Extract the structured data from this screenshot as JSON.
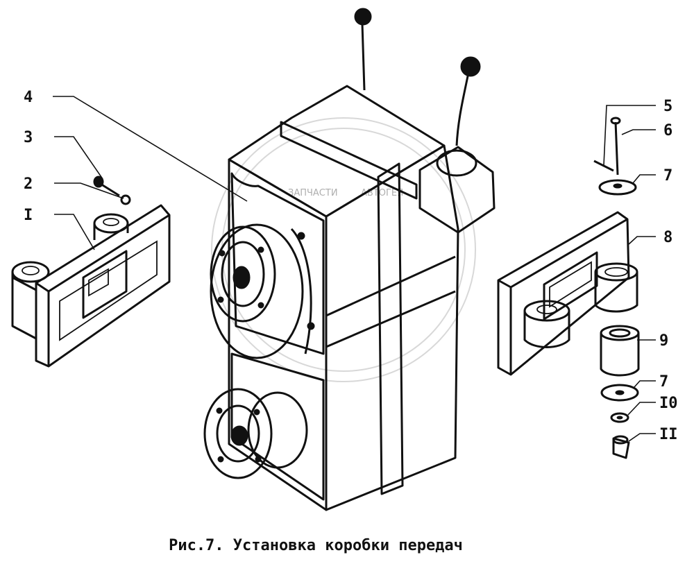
{
  "caption": "Рис.7. Установка коробки передач",
  "callouts": {
    "c1": "I",
    "c2": "2",
    "c3": "3",
    "c4": "4",
    "c5": "5",
    "c6": "6",
    "c7a": "7",
    "c8": "8",
    "c9": "9",
    "c7b": "7",
    "c10": "I0",
    "c11": "II"
  },
  "watermark": {
    "left": "ЗАПЧАСТИ",
    "right": "АВТОГЕЯ"
  },
  "colors": {
    "ink": "#111111",
    "paper": "#ffffff",
    "watermark": "#b8b8b8"
  }
}
